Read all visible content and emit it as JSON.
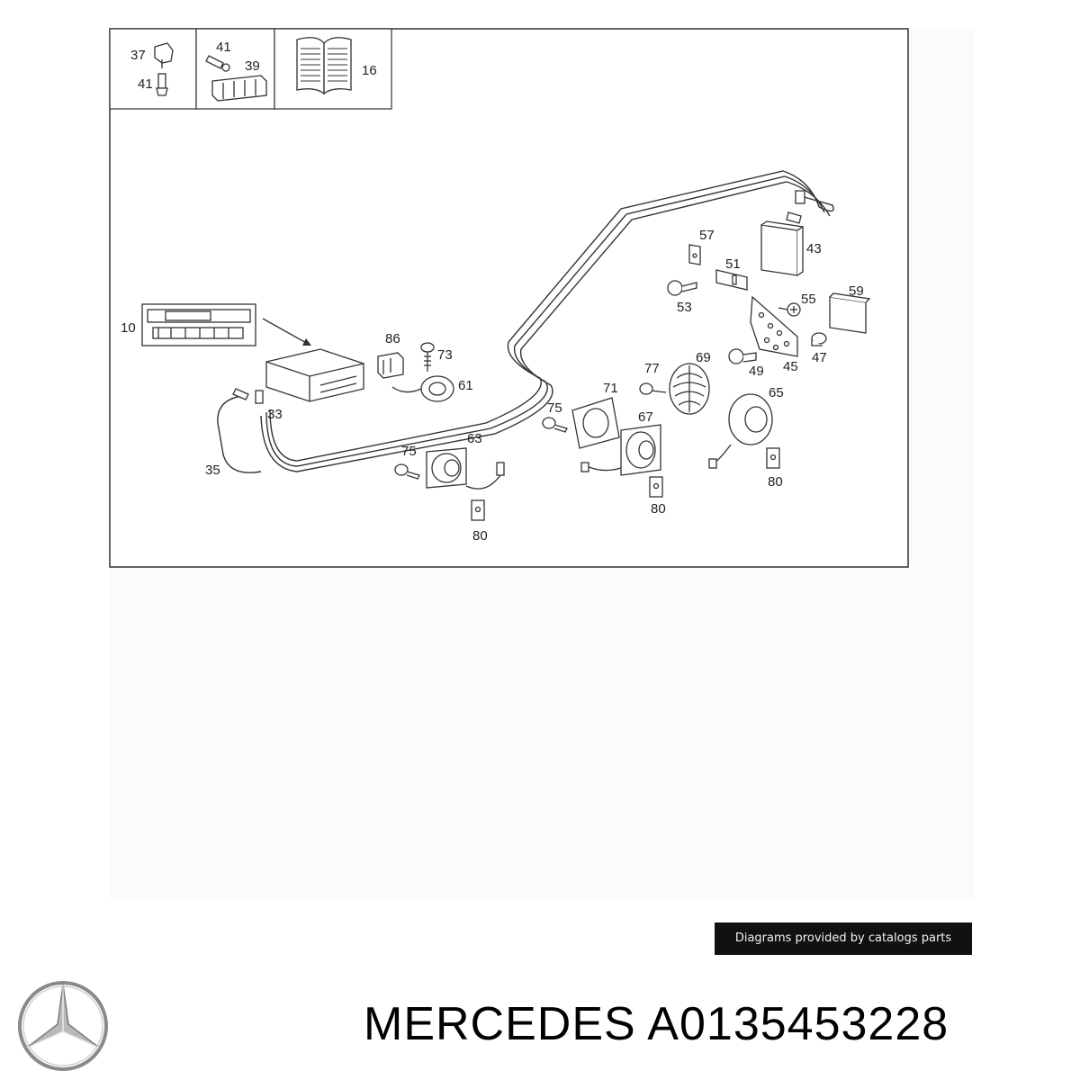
{
  "diagram": {
    "callouts": {
      "p37": "37",
      "p41a": "41",
      "p41b": "41",
      "p39": "39",
      "p16": "16",
      "p10": "10",
      "p86": "86",
      "p73": "73",
      "p61": "61",
      "p33": "33",
      "p35": "35",
      "p57": "57",
      "p43": "43",
      "p51": "51",
      "p53": "53",
      "p55": "55",
      "p59": "59",
      "p69": "69",
      "p49": "49",
      "p45": "45",
      "p47": "47",
      "p77": "77",
      "p71": "71",
      "p65": "65",
      "p75a": "75",
      "p67": "67",
      "p75b": "75",
      "p63": "63",
      "p80a": "80",
      "p80b": "80",
      "p80c": "80"
    }
  },
  "footer": {
    "credit": "Diagrams provided by catalogs parts",
    "brand": "MERCEDES",
    "part_number": "A0135453228",
    "logo_icon": "mercedes-star-icon"
  },
  "colors": {
    "line": "#333333",
    "credit_bg": "#111111"
  }
}
